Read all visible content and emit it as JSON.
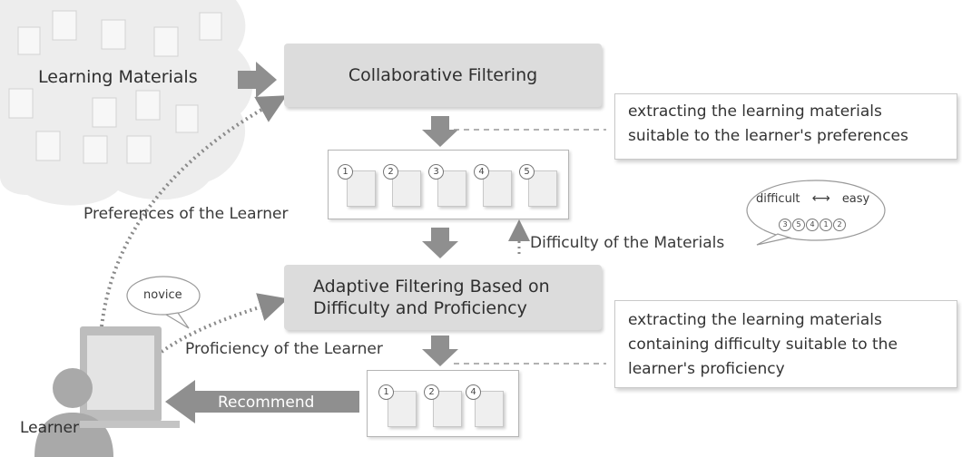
{
  "learning_materials_label": "Learning Materials",
  "collaborative_filtering": "Collaborative Filtering",
  "note_top": {
    "line1": "extracting the learning materials",
    "line2": "suitable to the learner's preferences"
  },
  "tray1": {
    "items": [
      "1",
      "2",
      "3",
      "4",
      "5"
    ]
  },
  "preferences_label": "Preferences of the Learner",
  "difficulty_bubble": {
    "difficult": "difficult",
    "easy": "easy",
    "order": [
      "3",
      "5",
      "4",
      "1",
      "2"
    ]
  },
  "difficulty_label": "Difficulty of the Materials",
  "adaptive_filtering": {
    "line1": "Adaptive Filtering Based on",
    "line2": "Difficulty and Proficiency"
  },
  "novice_label": "novice",
  "proficiency_label": "Proficiency of the Learner",
  "note_bottom": {
    "line1": "extracting the learning materials",
    "line2": "containing difficulty suitable to the",
    "line3": "learner's proficiency"
  },
  "tray2": {
    "items": [
      "1",
      "2",
      "4"
    ]
  },
  "recommend_label": "Recommend",
  "learner_label": "Learner",
  "colors": {
    "box": "#dcdcdc",
    "arrow": "#8f8f8f",
    "cloud": "#ececec"
  }
}
